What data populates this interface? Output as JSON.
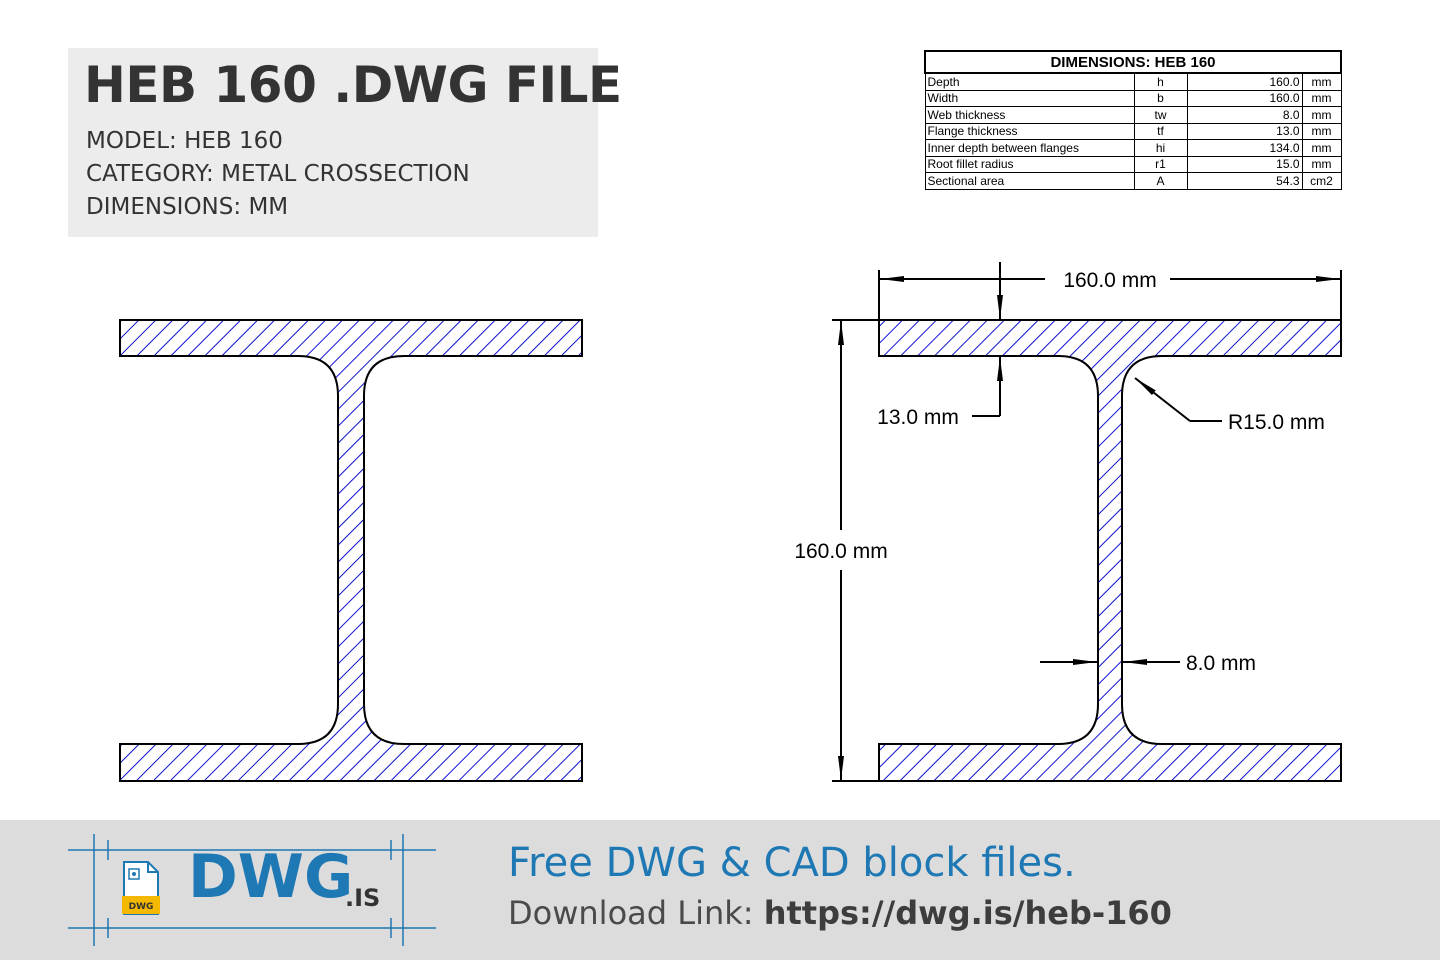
{
  "header": {
    "title": "HEB 160 .DWG FILE",
    "model_label": "MODEL:",
    "model_value": "HEB 160",
    "category_label": "CATEGORY:",
    "category_value": "METAL CROSSECTION",
    "dimensions_label": "DIMENSIONS:",
    "dimensions_value": "MM"
  },
  "table": {
    "title": "DIMENSIONS: HEB 160",
    "rows": [
      {
        "label": "Depth",
        "symbol": "h",
        "value": "160.0",
        "unit": "mm"
      },
      {
        "label": "Width",
        "symbol": "b",
        "value": "160.0",
        "unit": "mm"
      },
      {
        "label": "Web thickness",
        "symbol": "tw",
        "value": "8.0",
        "unit": "mm"
      },
      {
        "label": "Flange thickness",
        "symbol": "tf",
        "value": "13.0",
        "unit": "mm"
      },
      {
        "label": "Inner depth between flanges",
        "symbol": "hi",
        "value": "134.0",
        "unit": "mm"
      },
      {
        "label": "Root fillet radius",
        "symbol": "r1",
        "value": "15.0",
        "unit": "mm"
      },
      {
        "label": "Sectional area",
        "symbol": "A",
        "value": "54.3",
        "unit": "cm2"
      }
    ]
  },
  "annotations": {
    "width": "160.0 mm",
    "depth": "160.0 mm",
    "flange": "13.0 mm",
    "radius": "R15.0 mm",
    "web": "8.0 mm"
  },
  "colors": {
    "hatch": "#1010d0",
    "outline": "#000000",
    "brand_blue": "#1e78b4",
    "title_bg": "#ececec",
    "footer_bg": "#dcdcdc"
  },
  "footer": {
    "logo_main": "DWG",
    "logo_suffix": ".IS",
    "logo_badge": "DWG",
    "tagline": "Free DWG & CAD block files.",
    "download_label": "Download Link:",
    "download_url": "https://dwg.is/heb-160"
  }
}
